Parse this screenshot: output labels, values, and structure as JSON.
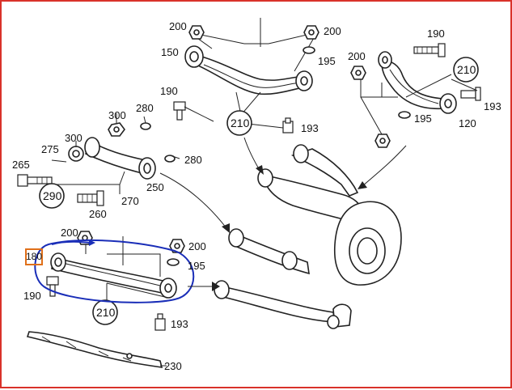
{
  "highlight": {
    "part_number": "180",
    "box_color": "#e0701a",
    "circle_color": "#1a2eb8"
  },
  "frame_color": "#d9322a",
  "labels": {
    "top_200_left": "200",
    "top_200_right": "200",
    "upper_150": "150",
    "upper_195": "195",
    "upper_190": "190",
    "upper_210": "210",
    "upper_193": "193",
    "right_190": "190",
    "right_200": "200",
    "right_210": "210",
    "right_195": "195",
    "right_193": "193",
    "right_120": "120",
    "left_300a": "300",
    "left_280a": "280",
    "left_300b": "300",
    "left_275": "275",
    "left_265": "265",
    "left_280b": "280",
    "left_290": "290",
    "left_270": "270",
    "left_250": "250",
    "left_260": "260",
    "lower_200_left": "200",
    "lower_200_right": "200",
    "lower_195": "195",
    "lower_190": "190",
    "lower_210": "210",
    "lower_193": "193",
    "bottom_230": "230"
  }
}
